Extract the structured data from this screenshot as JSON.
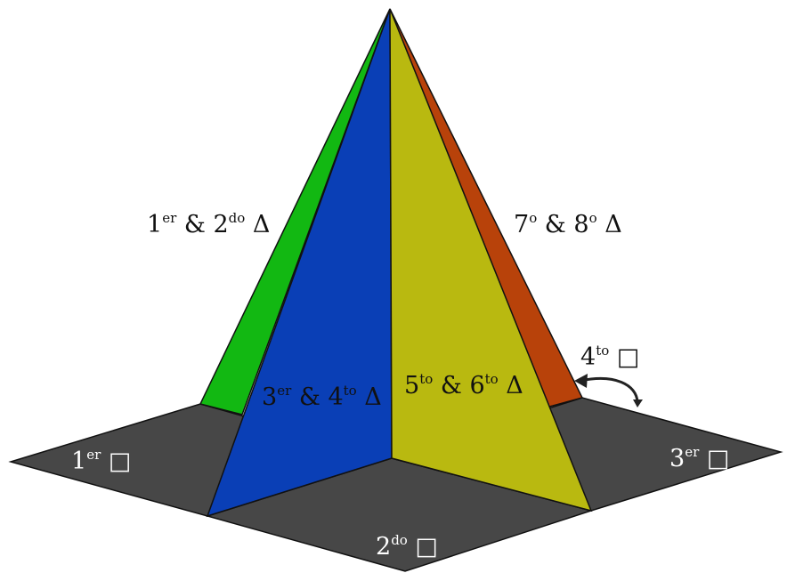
{
  "colors": {
    "base": "#474747",
    "face_green": "#12b812",
    "face_blue": "#0a3fb6",
    "face_yellow": "#b9b910",
    "face_orange": "#b8420a",
    "outline": "#111111",
    "label_dark": "#111111",
    "label_light": "#ffffff"
  },
  "faces": {
    "green": {
      "main": "1",
      "sup": "er",
      "join": " & ",
      "main2": "2",
      "sup2": "do",
      "tail": " Δ"
    },
    "blue": {
      "main": "3",
      "sup": "er",
      "join": " & ",
      "main2": "4",
      "sup2": "to",
      "tail": " Δ"
    },
    "yellow": {
      "main": "5",
      "sup": "to",
      "join": " & ",
      "main2": "6",
      "sup2": "to",
      "tail": " Δ"
    },
    "orange": {
      "main": "7",
      "sup": "o",
      "join": " & ",
      "main2": "8",
      "sup2": "o",
      "tail": " Δ"
    }
  },
  "squares": {
    "first": {
      "main": "1",
      "sup": "er",
      "tail": " □"
    },
    "second": {
      "main": "2",
      "sup": "do",
      "tail": " □"
    },
    "third": {
      "main": "3",
      "sup": "er",
      "tail": " □"
    },
    "fourth": {
      "main": "4",
      "sup": "to",
      "tail": " □"
    }
  },
  "icons": {
    "fold_arrow": "curved-arrow-icon"
  }
}
